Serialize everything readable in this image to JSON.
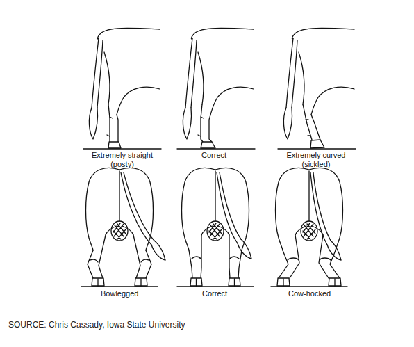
{
  "diagram": {
    "caption": "SOURCE: Chris Cassady, Iowa State University",
    "labels": [
      "Extremely straight (posty)",
      "Correct",
      "Extremely curved (sickled)",
      "Bowlegged",
      "Correct",
      "Cow-hocked"
    ]
  }
}
